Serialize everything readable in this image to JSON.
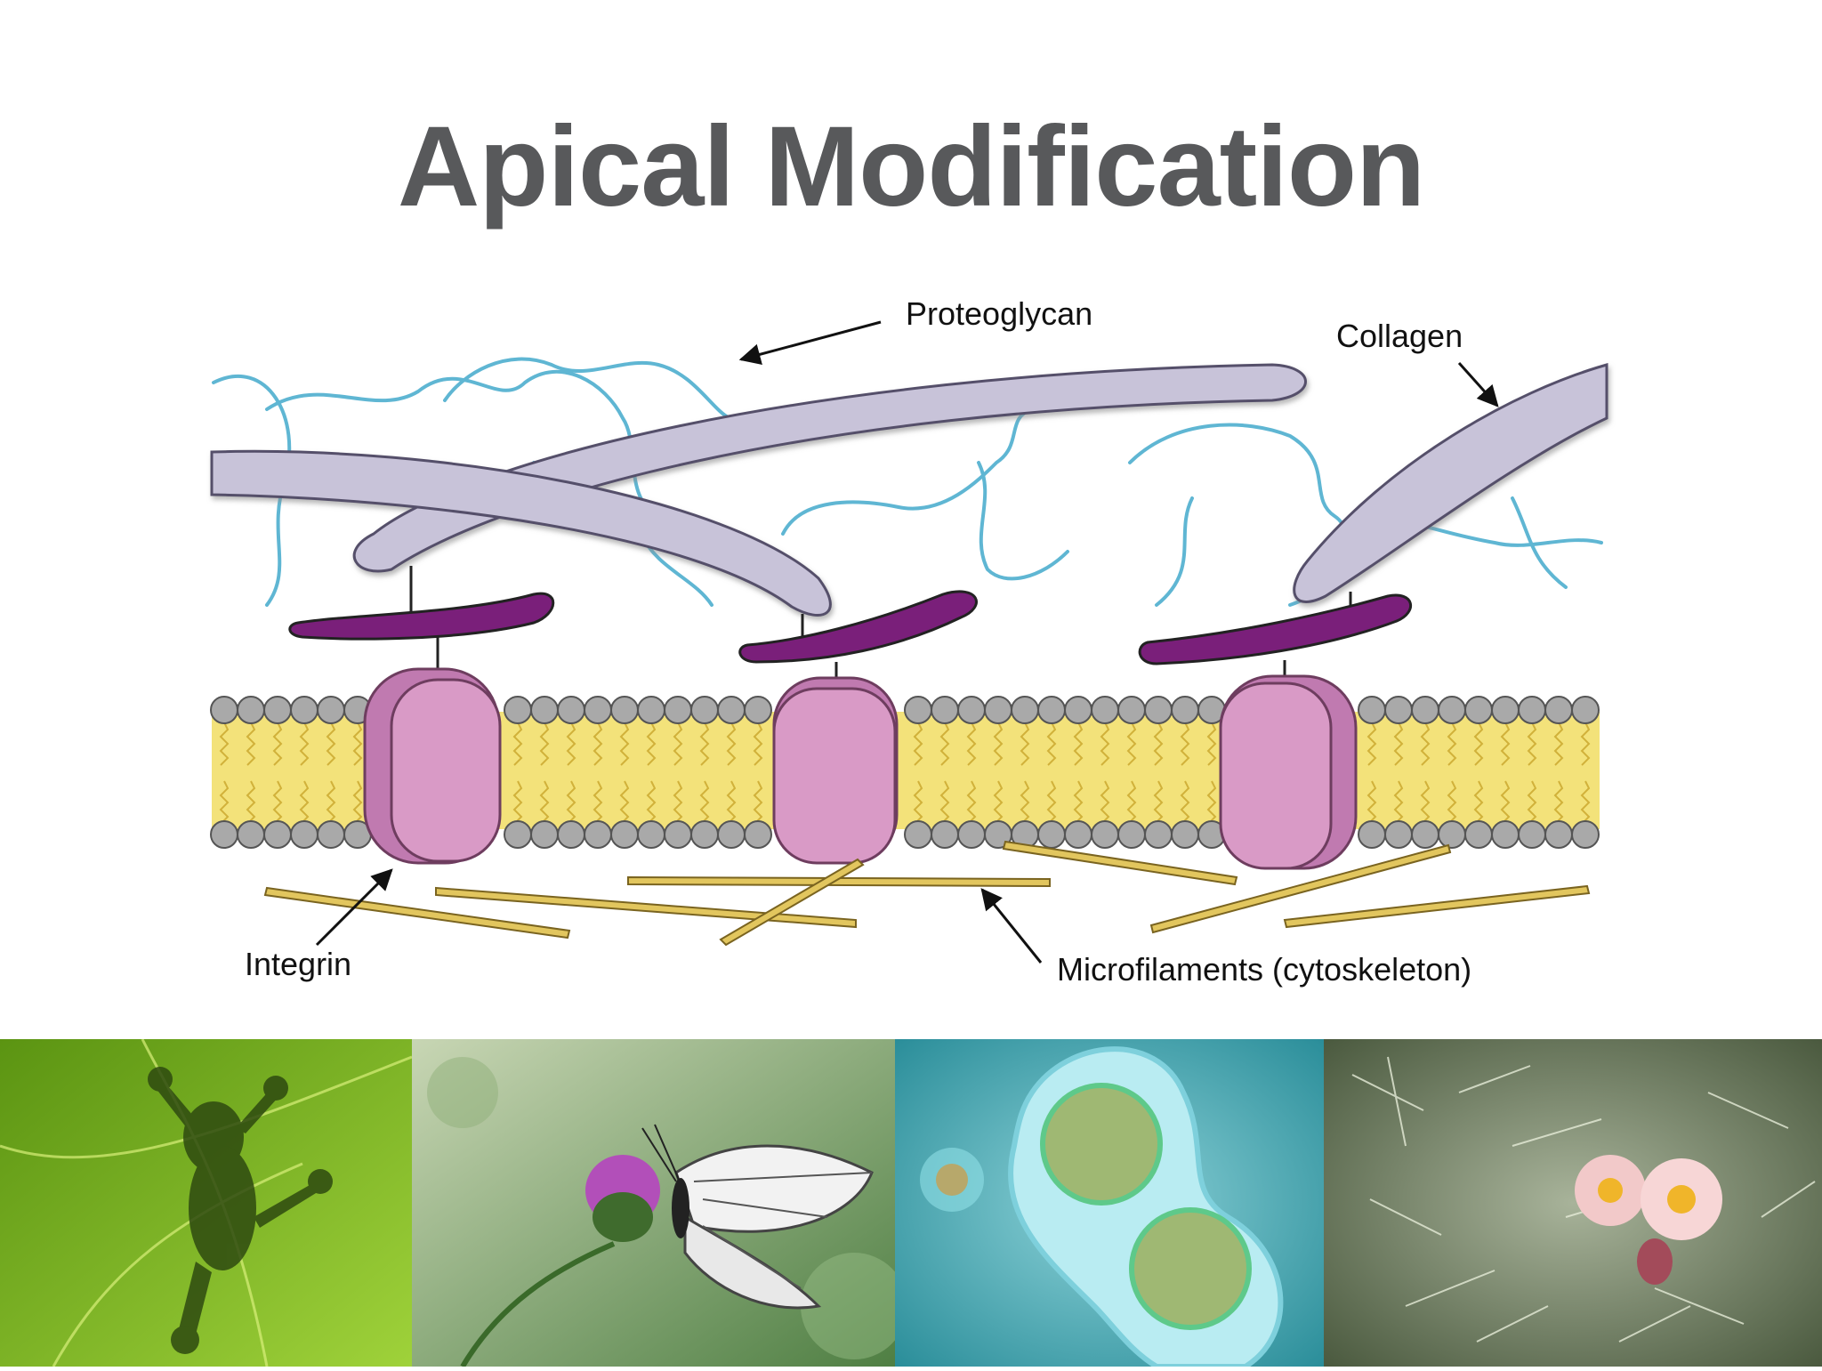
{
  "slide": {
    "title": "Apical Modification"
  },
  "diagram": {
    "labels": {
      "proteoglycan": "Proteoglycan",
      "collagen": "Collagen",
      "integrin": "Integrin",
      "microfilaments": "Microfilaments (cytoskeleton)"
    },
    "colors": {
      "proteoglycan": "#5fb6d3",
      "collagen": "#c8c3d9",
      "fibronectin": "#7a1f7a",
      "integrin": "#d99ac6",
      "lipid_head": "#a9a9a9",
      "lipid_tail": "#f3e27a",
      "microfilament": "#e2c65e"
    }
  },
  "photos": [
    {
      "name": "frog-on-leaf-photo",
      "colors": [
        "#9fd23a",
        "#5b9412"
      ]
    },
    {
      "name": "butterfly-on-flower-photo",
      "colors": [
        "#4f7f43",
        "#c8d6b4"
      ]
    },
    {
      "name": "dividing-cell-photo",
      "colors": [
        "#2b8e9a",
        "#8ed3d9"
      ]
    },
    {
      "name": "cactus-flower-photo",
      "colors": [
        "#4b5a3f",
        "#a8b39a"
      ]
    }
  ]
}
